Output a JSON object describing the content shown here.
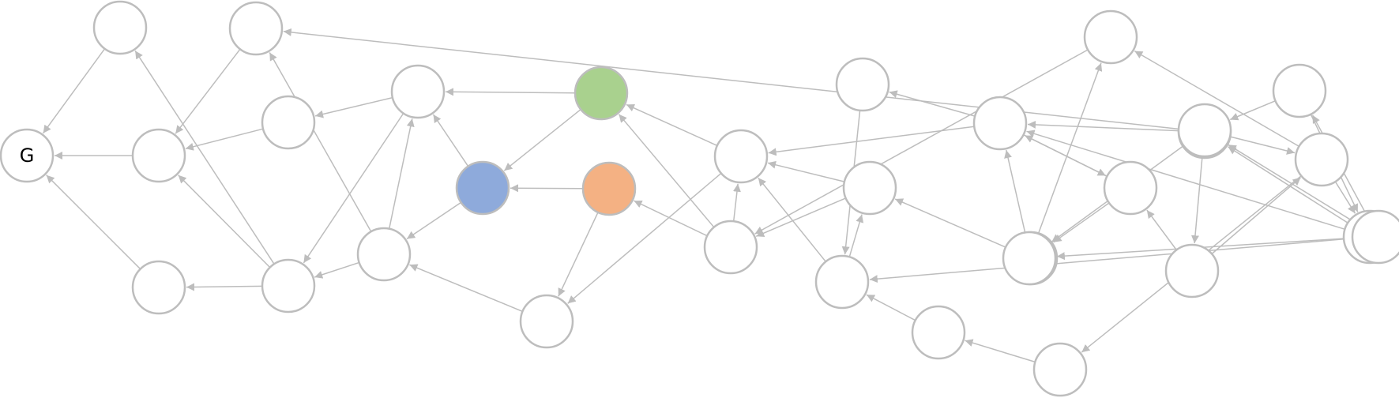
{
  "colors": {
    "edge": "#bdbdbd",
    "node_stroke": "#bdbdbd",
    "node_fill": "#ffffff",
    "green": "#a9d18e",
    "blue": "#8eaadb",
    "orange": "#f4b183"
  },
  "nodes": [
    {
      "id": "G",
      "label": "G",
      "fill": "white"
    },
    {
      "id": "n1",
      "label": "",
      "fill": "white"
    },
    {
      "id": "n2",
      "label": "",
      "fill": "white"
    },
    {
      "id": "n3",
      "label": "",
      "fill": "white"
    },
    {
      "id": "n4",
      "label": "",
      "fill": "white"
    },
    {
      "id": "n5",
      "label": "",
      "fill": "white"
    },
    {
      "id": "n6",
      "label": "",
      "fill": "white"
    },
    {
      "id": "n7",
      "label": "",
      "fill": "white"
    },
    {
      "id": "n8",
      "label": "",
      "fill": "white"
    },
    {
      "id": "green",
      "label": "",
      "fill": "green"
    },
    {
      "id": "blue",
      "label": "",
      "fill": "blue"
    },
    {
      "id": "orange",
      "label": "",
      "fill": "orange"
    },
    {
      "id": "n12",
      "label": "",
      "fill": "white"
    },
    {
      "id": "n13",
      "label": "",
      "fill": "white"
    },
    {
      "id": "n14",
      "label": "",
      "fill": "white"
    },
    {
      "id": "n15",
      "label": "",
      "fill": "white"
    },
    {
      "id": "n16",
      "label": "",
      "fill": "white"
    },
    {
      "id": "n17",
      "label": "",
      "fill": "white"
    },
    {
      "id": "n18",
      "label": "",
      "fill": "white"
    },
    {
      "id": "n19",
      "label": "",
      "fill": "white"
    },
    {
      "id": "n20",
      "label": "",
      "fill": "white"
    },
    {
      "id": "n21",
      "label": "",
      "fill": "white"
    },
    {
      "id": "n22",
      "label": "",
      "fill": "white"
    },
    {
      "id": "n23",
      "label": "",
      "fill": "white"
    },
    {
      "id": "n24",
      "label": "",
      "fill": "white"
    },
    {
      "id": "n25",
      "label": "",
      "fill": "white"
    },
    {
      "id": "n26",
      "label": "",
      "fill": "white"
    },
    {
      "id": "n27",
      "label": "",
      "fill": "white"
    },
    {
      "id": "n28",
      "label": "",
      "fill": "white"
    },
    {
      "id": "n29",
      "label": "",
      "fill": "white"
    },
    {
      "id": "n30",
      "label": "",
      "fill": "white"
    },
    {
      "id": "n31",
      "label": "",
      "fill": "white"
    }
  ],
  "edges": [
    [
      "n1",
      "G"
    ],
    [
      "n2",
      "G"
    ],
    [
      "n3",
      "G"
    ],
    [
      "n4",
      "n2"
    ],
    [
      "n5",
      "n2"
    ],
    [
      "n6",
      "n2"
    ],
    [
      "n6",
      "n1"
    ],
    [
      "n6",
      "n3"
    ],
    [
      "n8",
      "n6"
    ],
    [
      "n8",
      "n4"
    ],
    [
      "n8",
      "n7"
    ],
    [
      "n7",
      "n5"
    ],
    [
      "n7",
      "n6"
    ],
    [
      "green",
      "n7"
    ],
    [
      "green",
      "blue"
    ],
    [
      "blue",
      "n7"
    ],
    [
      "blue",
      "n8"
    ],
    [
      "orange",
      "blue"
    ],
    [
      "orange",
      "n13"
    ],
    [
      "n13",
      "n8"
    ],
    [
      "n12",
      "green"
    ],
    [
      "n12",
      "n13"
    ],
    [
      "n14",
      "green"
    ],
    [
      "n14",
      "orange"
    ],
    [
      "n14",
      "n12"
    ],
    [
      "n15",
      "n14"
    ],
    [
      "n15",
      "n12"
    ],
    [
      "n16",
      "n15"
    ],
    [
      "n16",
      "n12"
    ],
    [
      "n17",
      "n16"
    ],
    [
      "n18",
      "n12"
    ],
    [
      "n18",
      "n17"
    ],
    [
      "n18",
      "n22"
    ],
    [
      "n19",
      "n16"
    ],
    [
      "n20",
      "n18"
    ],
    [
      "n20",
      "n15"
    ],
    [
      "n21",
      "n19"
    ],
    [
      "n22",
      "n18"
    ],
    [
      "n22",
      "n20"
    ],
    [
      "n23",
      "n14"
    ],
    [
      "n23",
      "n9"
    ],
    [
      "n24",
      "n18"
    ],
    [
      "n24",
      "n4"
    ],
    [
      "n25",
      "n22"
    ],
    [
      "n25",
      "n26"
    ],
    [
      "n26",
      "n23"
    ],
    [
      "n26",
      "n21"
    ],
    [
      "n26",
      "n27"
    ],
    [
      "n27",
      "n24"
    ],
    [
      "n27",
      "n28"
    ],
    [
      "n27",
      "n16"
    ],
    [
      "n27",
      "n18"
    ],
    [
      "n28",
      "n20"
    ],
    [
      "n28",
      "n23"
    ],
    [
      "n29",
      "n28"
    ],
    [
      "n29",
      "n26"
    ],
    [
      "n29",
      "n25"
    ],
    [
      "n30",
      "n27"
    ],
    [
      "n30",
      "n29"
    ],
    [
      "n31",
      "n29"
    ],
    [
      "n31",
      "n30"
    ]
  ]
}
